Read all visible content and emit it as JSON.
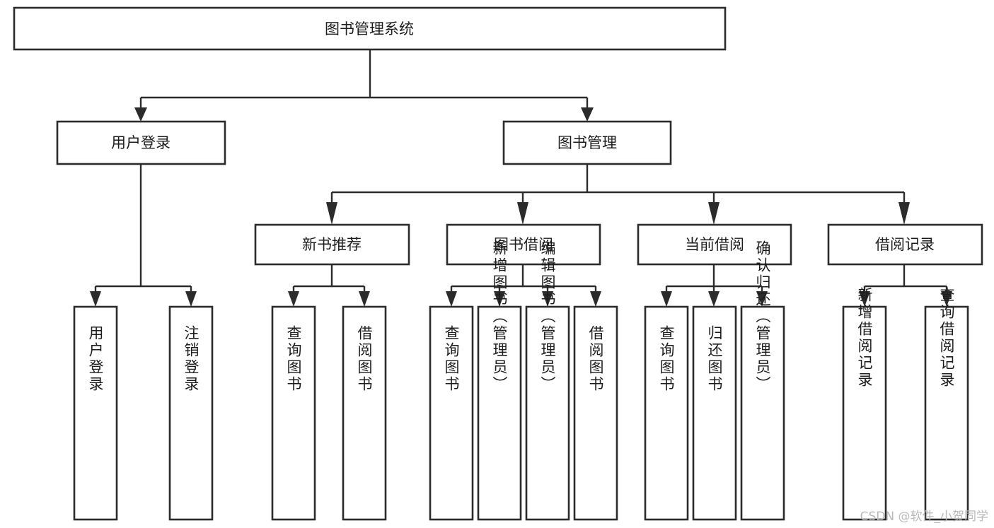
{
  "diagram": {
    "title": "图书管理系统",
    "watermark": "CSDN @软件_小贺同学",
    "type": "tree-hierarchy-functional-structure",
    "orientation": "top-down",
    "colors": {
      "box_fill": "#ffffff",
      "box_stroke": "#2b2b2b",
      "connector": "#2b2b2b",
      "label": "#1c1c1c",
      "background": "#ffffff",
      "watermark": "#b9b9b9"
    },
    "root": {
      "label": "图书管理系统",
      "orientation": "horizontal"
    },
    "level2": [
      {
        "id": "user-login",
        "label": "用户登录",
        "orientation": "horizontal"
      },
      {
        "id": "book-management",
        "label": "图书管理",
        "orientation": "horizontal"
      }
    ],
    "level3": [
      {
        "id": "new-book-recommend",
        "label": "新书推荐",
        "orientation": "horizontal",
        "parent": "book-management"
      },
      {
        "id": "book-borrow",
        "label": "图书借阅",
        "orientation": "horizontal",
        "parent": "book-management"
      },
      {
        "id": "current-borrow",
        "label": "当前借阅",
        "orientation": "horizontal",
        "parent": "book-management"
      },
      {
        "id": "borrow-record",
        "label": "借阅记录",
        "orientation": "horizontal",
        "parent": "book-management"
      }
    ],
    "leaves": [
      {
        "id": "leaf-user-login",
        "label": "用户登录",
        "parent": "user-login",
        "orientation": "vertical"
      },
      {
        "id": "leaf-user-logout",
        "label": "注销登录",
        "parent": "user-login",
        "orientation": "vertical"
      },
      {
        "id": "leaf-query-book-1",
        "label": "查询图书",
        "parent": "new-book-recommend",
        "orientation": "vertical"
      },
      {
        "id": "leaf-borrow-book-1",
        "label": "借阅图书",
        "parent": "new-book-recommend",
        "orientation": "vertical"
      },
      {
        "id": "leaf-query-book-2",
        "label": "查询图书",
        "parent": "book-borrow",
        "orientation": "vertical"
      },
      {
        "id": "leaf-add-book",
        "label": "新增图书（管理员）",
        "parent": "book-borrow",
        "orientation": "vertical"
      },
      {
        "id": "leaf-edit-book",
        "label": "编辑图书（管理员）",
        "parent": "book-borrow",
        "orientation": "vertical"
      },
      {
        "id": "leaf-borrow-book-2",
        "label": "借阅图书",
        "parent": "book-borrow",
        "orientation": "vertical"
      },
      {
        "id": "leaf-query-book-3",
        "label": "查询图书",
        "parent": "current-borrow",
        "orientation": "vertical"
      },
      {
        "id": "leaf-return-book",
        "label": "归还图书",
        "parent": "current-borrow",
        "orientation": "vertical"
      },
      {
        "id": "leaf-confirm-return",
        "label": "确认归还（管理员）",
        "parent": "current-borrow",
        "orientation": "vertical"
      },
      {
        "id": "leaf-add-record",
        "label": "新增借阅记录",
        "parent": "borrow-record",
        "orientation": "vertical"
      },
      {
        "id": "leaf-query-record",
        "label": "查询借阅记录",
        "parent": "borrow-record",
        "orientation": "vertical"
      }
    ]
  }
}
